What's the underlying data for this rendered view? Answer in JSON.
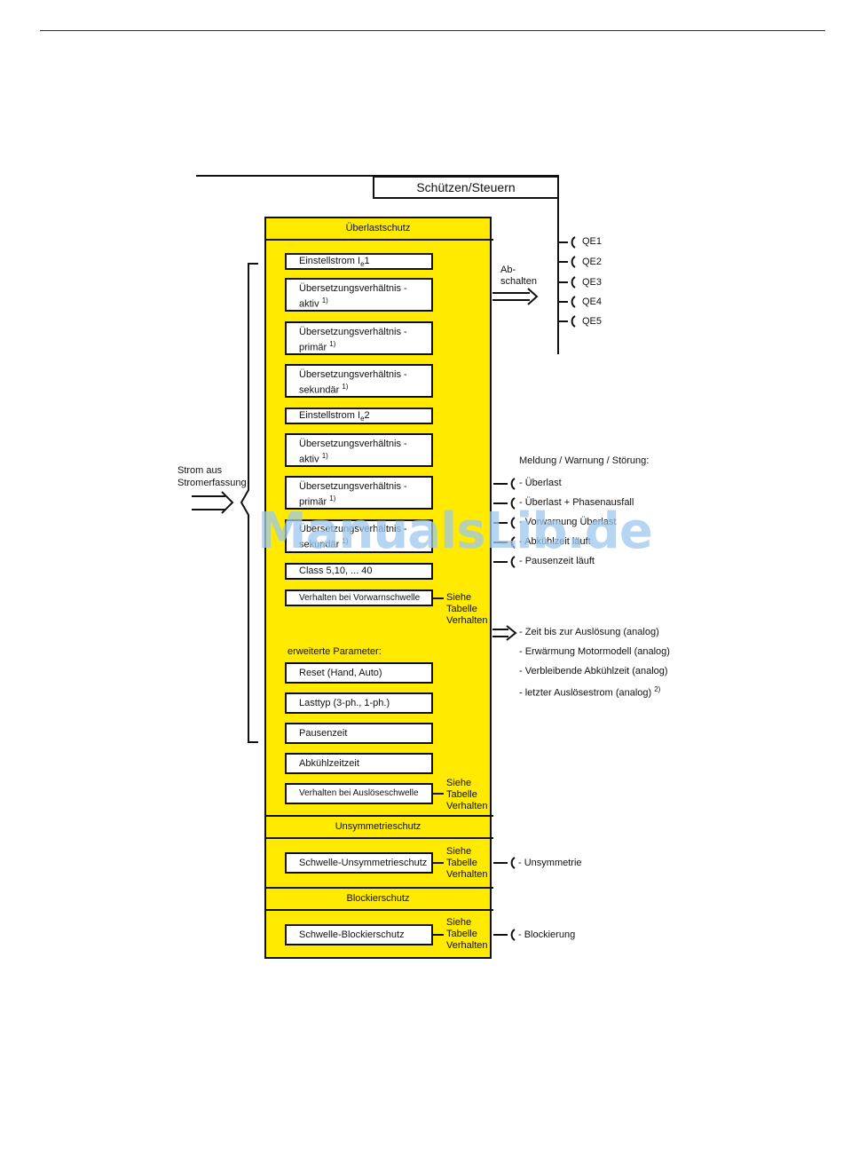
{
  "header": {
    "title": "Schützen/Steuern"
  },
  "outputs_qe": [
    "QE1",
    "QE2",
    "QE3",
    "QE4",
    "QE5"
  ],
  "abschalten": {
    "line1": "Ab-",
    "line2": "schalten"
  },
  "input_label": {
    "line1": "Strom aus",
    "line2": "Stromerfassung"
  },
  "sections": {
    "ueberlast": "Überlastschutz",
    "unsymmetrie": "Unsymmetrieschutz",
    "blockier": "Blockierschutz"
  },
  "params": {
    "einstellstrom1_prefix": "Einstellstrom I",
    "einstellstrom1_sub": "e",
    "einstellstrom1_suffix": "1",
    "ue_aktiv1_l1": "Übersetzungsverhältnis -",
    "ue_aktiv1_l2": "aktiv",
    "ue_primaer1_l1": "Übersetzungsverhältnis -",
    "ue_primaer1_l2": "primär",
    "ue_sekundaer1_l1": "Übersetzungsverhältnis -",
    "ue_sekundaer1_l2": "sekundär",
    "einstellstrom2_prefix": "Einstellstrom I",
    "einstellstrom2_sub": "e",
    "einstellstrom2_suffix": "2",
    "ue_aktiv2_l1": "Übersetzungsverhältnis -",
    "ue_aktiv2_l2": "aktiv",
    "ue_primaer2_l1": "Übersetzungsverhältnis -",
    "ue_primaer2_l2": "primär",
    "ue_sekundaer2_l1": "Übersetzungsverhältnis -",
    "ue_sekundaer2_l2": "sekundär",
    "footnote1": "1)",
    "class": "Class 5,10, ... 40",
    "vorwarn": "Verhalten bei Vorwarnschwelle",
    "erweitert": "erweiterte Parameter:",
    "reset": "Reset (Hand, Auto)",
    "lasttyp": "Lasttyp (3-ph., 1-ph.)",
    "pausenzeit": "Pausenzeit",
    "abkuehlzeit": "Abkühlzeitzeit",
    "ausloese": "Verhalten bei Auslöseschwelle",
    "schwelle_unsym": "Schwelle-Unsymmetrieschutz",
    "schwelle_block": "Schwelle-Blockierschutz"
  },
  "siehe": {
    "l1": "Siehe",
    "l2": "Tabelle",
    "l3": "Verhalten"
  },
  "meldung": {
    "heading": "Meldung / Warnung / Störung:",
    "items": [
      "- Überlast",
      "- Überlast + Phasenausfall",
      "- Vorwarnung Überlast",
      "- Abkühlzeit läuft",
      "- Pausenzeit läuft"
    ]
  },
  "analog": {
    "items": [
      "- Zeit bis zur Auslösung (analog)",
      "- Erwärmung Motormodell (analog)",
      "- Verbleibende Abkühlzeit (analog)",
      "- letzter Auslösestrom (analog)"
    ],
    "footnote": "2)"
  },
  "unsym_out": "- Unsymmetrie",
  "block_out": "- Blockierung",
  "watermark": "ManualsLib.de",
  "colors": {
    "fill": "#ffea00",
    "line": "#111111",
    "watermark": "#9ec8ee"
  }
}
